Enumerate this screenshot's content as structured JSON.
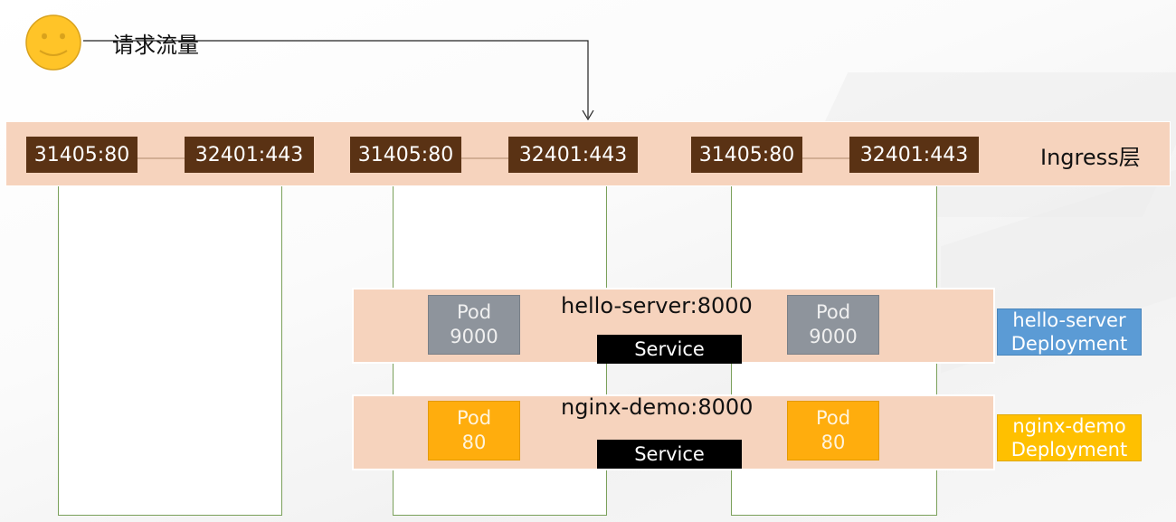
{
  "request": {
    "label": "请求流量"
  },
  "ingress": {
    "label": "Ingress层",
    "ports": [
      "31405:80",
      "32401:443",
      "31405:80",
      "32401:443",
      "31405:80",
      "32401:443"
    ]
  },
  "services": [
    {
      "title": "hello-server:8000",
      "service_label": "Service",
      "pods": [
        {
          "name": "Pod",
          "port": "9000"
        },
        {
          "name": "Pod",
          "port": "9000"
        }
      ],
      "deployment": {
        "line1": "hello-server",
        "line2": "Deployment",
        "color": "#5b9bd5"
      },
      "pod_color": "#8e949c"
    },
    {
      "title": "nginx-demo:8000",
      "service_label": "Service",
      "pods": [
        {
          "name": "Pod",
          "port": "80"
        },
        {
          "name": "Pod",
          "port": "80"
        }
      ],
      "deployment": {
        "line1": "nginx-demo",
        "line2": "Deployment",
        "color": "#ffc000"
      },
      "pod_color": "#ffad0d"
    }
  ],
  "colors": {
    "band": "#f6d3bd",
    "port_box": "#5a3214",
    "node_border": "#7aa05a"
  }
}
